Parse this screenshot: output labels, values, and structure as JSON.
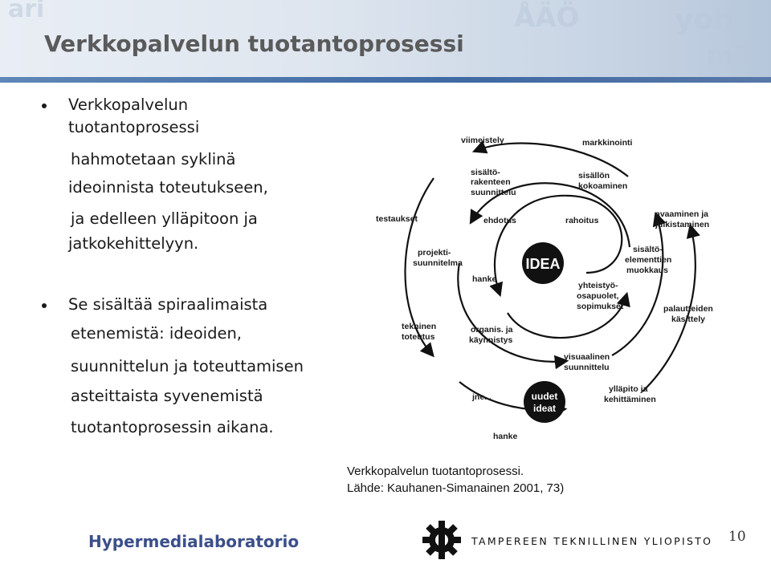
{
  "slide": {
    "title": "Verkkopalvelun tuotantoprosessi",
    "page_number": "10"
  },
  "bullets": [
    {
      "lines": [
        "Verkkopalvelun",
        "tuotantoprosessi",
        "hahmotetaan syklinä",
        "ideoinnista toteutukseen,",
        "ja edelleen ylläpitoon ja",
        "jatkokehittelyyn."
      ]
    },
    {
      "lines": [
        "Se sisältää spiraalimaista",
        "etenemistä: ideoiden,",
        "suunnittelun ja toteuttamisen",
        "asteittaista syvenemistä",
        "tuotantoprosessin aikana."
      ]
    }
  ],
  "diagram": {
    "center_label": "IDEA",
    "secondary_label_1": "uudet",
    "secondary_label_2": "ideat",
    "labels": {
      "vilmeistely": "viimeistely",
      "markkinointi": "markkinointi",
      "sisalto_rak_1": "sisältö-",
      "sisalto_rak_2": "rakenteen",
      "sisalto_rak_3": "suunnittelu",
      "sisallon_1": "sisällön",
      "sisallon_2": "kokoaminen",
      "testaukset": "testaukset",
      "ehdotus": "ehdotus",
      "rahoitus": "rahoitus",
      "avaaminen_1": "avaaminen ja",
      "avaaminen_2": "julkistaminen",
      "projekti_1": "projekti-",
      "projekti_2": "suunnitelma",
      "elementtien_1": "sisältö-",
      "elementtien_2": "elementtien",
      "elementtien_3": "muokkaus",
      "hanke_inner": "hanke",
      "yhteistyo_1": "yhteistyö-",
      "yhteistyo_2": "osapuolet,",
      "yhteistyo_3": "sopimukset",
      "palautteiden_1": "palautteiden",
      "palautteiden_2": "käsittely",
      "tekninen_1": "tekninen",
      "tekninen_2": "toteutus",
      "organis_1": "organis. ja",
      "organis_2": "käynnistys",
      "visuaalinen_1": "visuaalinen",
      "visuaalinen_2": "suunnittelu",
      "yllapito_1": "ylläpito ja",
      "yllapito_2": "kehittäminen",
      "jne": "jne...",
      "hanke_outer": "hanke"
    }
  },
  "caption": {
    "line1": "Verkkopalvelun tuotantoprosessi.",
    "line2": "Lähde: Kauhanen-Simanainen 2001, 73)"
  },
  "footer": {
    "lab_name": "Hypermedialaboratorio",
    "university": "TAMPEREEN TEKNILLINEN YLIOPISTO"
  },
  "colors": {
    "title": "#5a5a5a",
    "rule": "#3f69a3",
    "footer_lab": "#3b4f8a",
    "idea_disc": "#111111"
  }
}
